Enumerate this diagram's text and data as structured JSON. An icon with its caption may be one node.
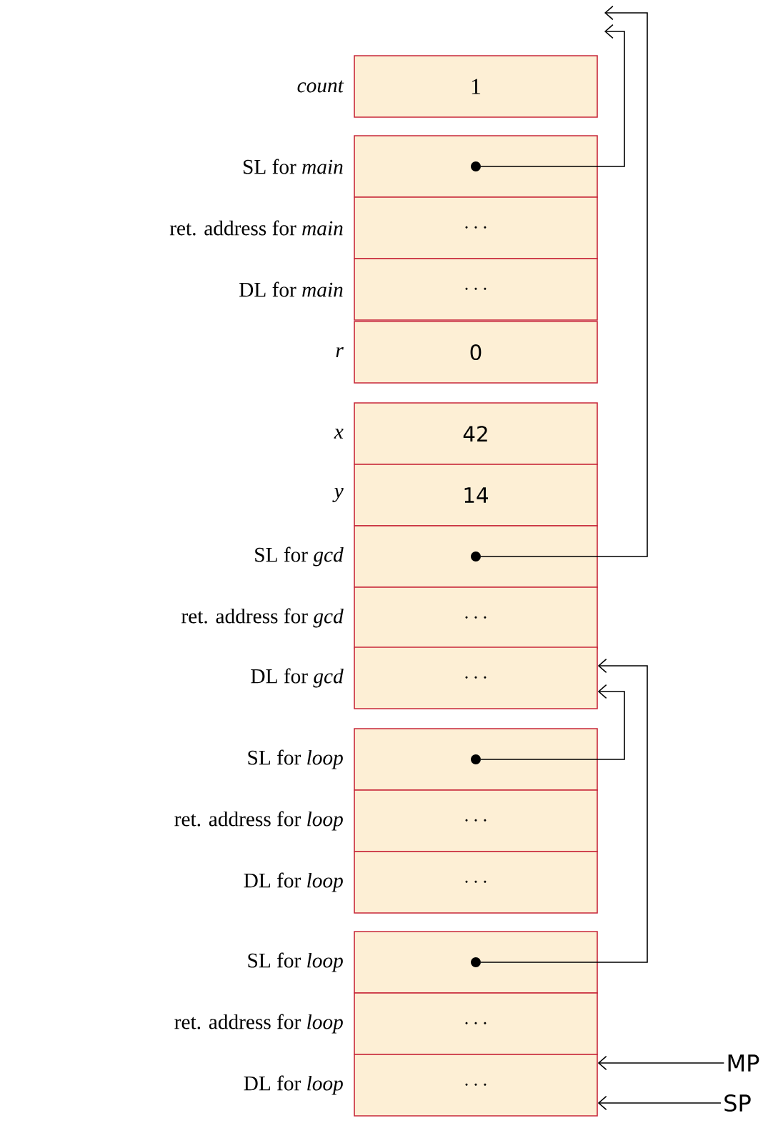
{
  "diagram": {
    "nodes": [
      {
        "text": [
          "1"
        ],
        "beside": [
          "count"
        ]
      },
      {
        "text": [],
        "shape": "box",
        "beside": [
          "SL for *main*"
        ]
      },
      {
        "text": [
          "\\cdots"
        ],
        "beside": [
          "ret. address for *main*"
        ]
      },
      {
        "text": [
          "\\cdots"
        ],
        "beside": [
          "DL for *main*"
        ]
      },
      {
        "text": [
          "0"
        ],
        "beside": [
          "r"
        ]
      },
      {
        "text": [
          "42"
        ],
        "beside": [
          "x"
        ]
      },
      {
        "text": [
          "14"
        ],
        "beside": [
          "y"
        ]
      },
      {
        "text": [],
        "shape": "box",
        "beside": [
          "SL for *gcd*"
        ]
      },
      {
        "text": [
          "\\cdots"
        ],
        "beside": [
          "ret. address for *gcd*"
        ]
      },
      {
        "text": [
          "\\cdots"
        ],
        "beside": [
          "DL for *gcd*"
        ]
      },
      {
        "text": [],
        "shape": "box",
        "beside": [
          "SL for *loop*"
        ]
      },
      {
        "text": [
          "\\cdots"
        ],
        "beside": [
          "ret. address for *loop*"
        ]
      },
      {
        "text": [
          "\\cdots"
        ],
        "beside": [
          "DL for *loop*"
        ]
      },
      {
        "text": [],
        "shape": "box",
        "beside": [
          "SL for *loop*"
        ]
      },
      {
        "text": [
          "\\cdots"
        ],
        "beside": [
          "ret. address for *loop*"
        ]
      },
      {
        "text": [
          "\\cdots"
        ],
        "beside": [
          "DL for *loop*"
        ]
      },
      {
        "text": [
          "MP"
        ]
      },
      {
        "text": [
          "SP"
        ]
      }
    ],
    "edges": [
      {
        "from": 1,
        "to": null,
        "arrow": "to"
      },
      {
        "from": 7,
        "to": null,
        "arrow": "to"
      },
      {
        "from": 10,
        "to": 9,
        "arrow": "to"
      },
      {
        "from": 13,
        "to": 9,
        "arrow": "to"
      },
      {
        "from": 16,
        "to": 15,
        "arrow": "to"
      },
      {
        "from": 17,
        "to": 15,
        "arrow": "to"
      }
    ]
  }
}
